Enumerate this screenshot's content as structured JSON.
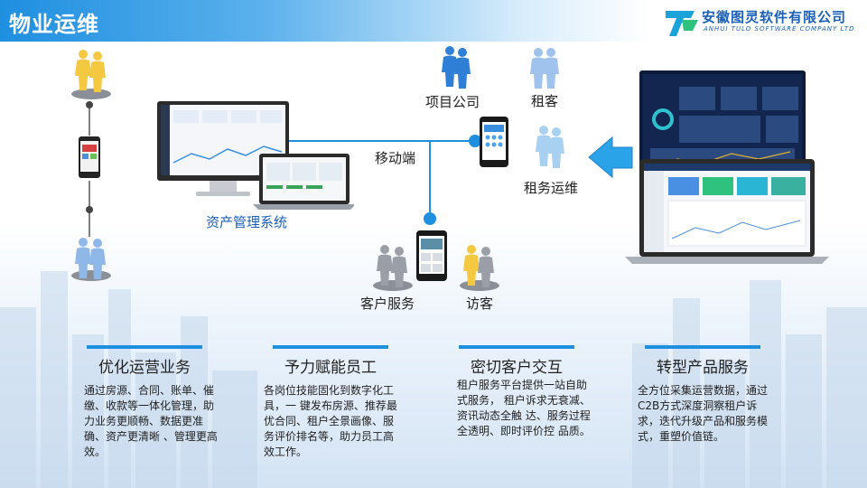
{
  "header": {
    "title": "物业运维"
  },
  "logo": {
    "name": "安徽图灵软件有限公司",
    "en": "ANHUI TULO SOFTWARE COMPANY LTD"
  },
  "nodes": {
    "project_company": "项目公司",
    "tenant": "租客",
    "mobile": "移动端",
    "tenancy_ops": "租务运维",
    "asset_system": "资产管理系统",
    "customer_service": "客户服务",
    "visitor": "访客"
  },
  "colors": {
    "accent": "#1f8fe0",
    "people_blue": "#2f7fd6",
    "people_gold": "#f5c842",
    "people_gray": "#8a8f98"
  },
  "cards": [
    {
      "title": "优化运营业务",
      "text": "通过房源、合同、账单、催缴、收款等一体化管理，助力业务更顺畅、数据更准确、资产更清晰 、管理更高效。"
    },
    {
      "title": "予力赋能员工",
      "text": "各岗位技能固化到数字化工具，一 键发布房源、推荐最优合同、租户全景画像、服务评价排名等，助力员工高效工作。"
    },
    {
      "title": "密切客户交互",
      "text": "租户服务平台提供一站自助式服务， 租户诉求无衰减、资讯动态全触 达、服务过程全透明、即时评价控 品质。"
    },
    {
      "title": "转型产品服务",
      "text": "全方位采集运营数据，通过 C2B方式深度洞察租户诉求，迭代升级产品和服务模式，重塑价值链。"
    }
  ]
}
